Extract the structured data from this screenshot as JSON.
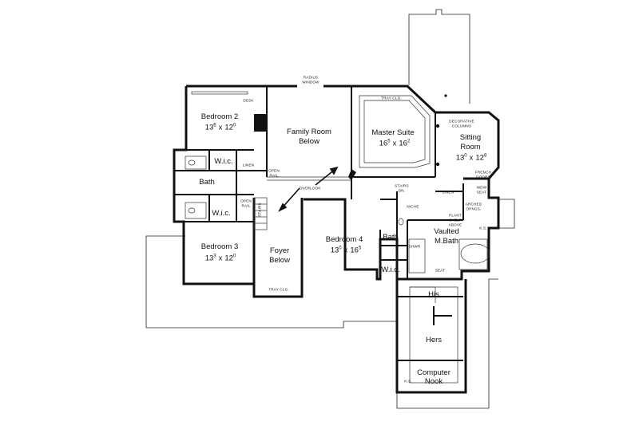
{
  "rooms": {
    "bedroom2": {
      "name": "Bedroom 2",
      "w_ft": "13",
      "w_in": "6",
      "sep": "x",
      "l_ft": "12",
      "l_in": "0"
    },
    "family_room": {
      "line1": "Family Room",
      "line2": "Below"
    },
    "master_suite": {
      "name": "Master Suite",
      "w_ft": "16",
      "w_in": "5",
      "sep": "x",
      "l_ft": "16",
      "l_in": "2"
    },
    "sitting_room": {
      "line1": "Sitting",
      "line2": "Room",
      "w_ft": "13",
      "w_in": "0",
      "sep": "x",
      "l_ft": "12",
      "l_in": "8"
    },
    "bedroom3": {
      "name": "Bedroom 3",
      "w_ft": "13",
      "w_in": "3",
      "sep": "x",
      "l_ft": "12",
      "l_in": "0"
    },
    "foyer": {
      "line1": "Foyer",
      "line2": "Below"
    },
    "bedroom4": {
      "name": "Bedroom 4",
      "w_ft": "13",
      "w_in": "0",
      "sep": "x",
      "l_ft": "16",
      "l_in": "5"
    },
    "bath_upper": "Bath",
    "wic_upper": "W.i.c.",
    "wic_lower": "W.i.c.",
    "bath_center": "Bath",
    "wic_center": "W.i.c.",
    "vaulted_bath": {
      "line1": "Vaulted",
      "line2": "M.Bath"
    },
    "his": "His",
    "hers": "Hers",
    "computer_nook": {
      "line1": "Computer",
      "line2": "Nook"
    }
  },
  "notes": {
    "radius_window": [
      "RADIUS",
      "WINDOW"
    ],
    "desk": "DESK",
    "tray_clg_master": "TRAY CLG.",
    "decorative_columns": [
      "DECORATIVE",
      "COLUMNS"
    ],
    "french_doors": [
      "FRENCH",
      "DOORS"
    ],
    "linen_left": "LINEN",
    "open_rail_top": [
      "OPEN",
      "RAIL"
    ],
    "overlook": "OVERLOOK",
    "open_rail_stairs": [
      "OPEN",
      "RAIL"
    ],
    "stairs_left": "STAIRS",
    "stairs_dn": [
      "STAIRS",
      "DN."
    ],
    "linen_right": "LINEN",
    "wdw_seat": [
      "WDW",
      "SEAT"
    ],
    "niche": "NICHE",
    "plant_shelf": [
      "PLANT",
      "SHELF",
      "ABOVE"
    ],
    "arched_opngs": [
      "ARCHED",
      "OPNGS."
    ],
    "ks_right": "K.S.",
    "shwr": "SHWR",
    "seat": "SEAT",
    "tray_clg_foyer": "TRAY CLG.",
    "ks_nook": "K.S."
  }
}
